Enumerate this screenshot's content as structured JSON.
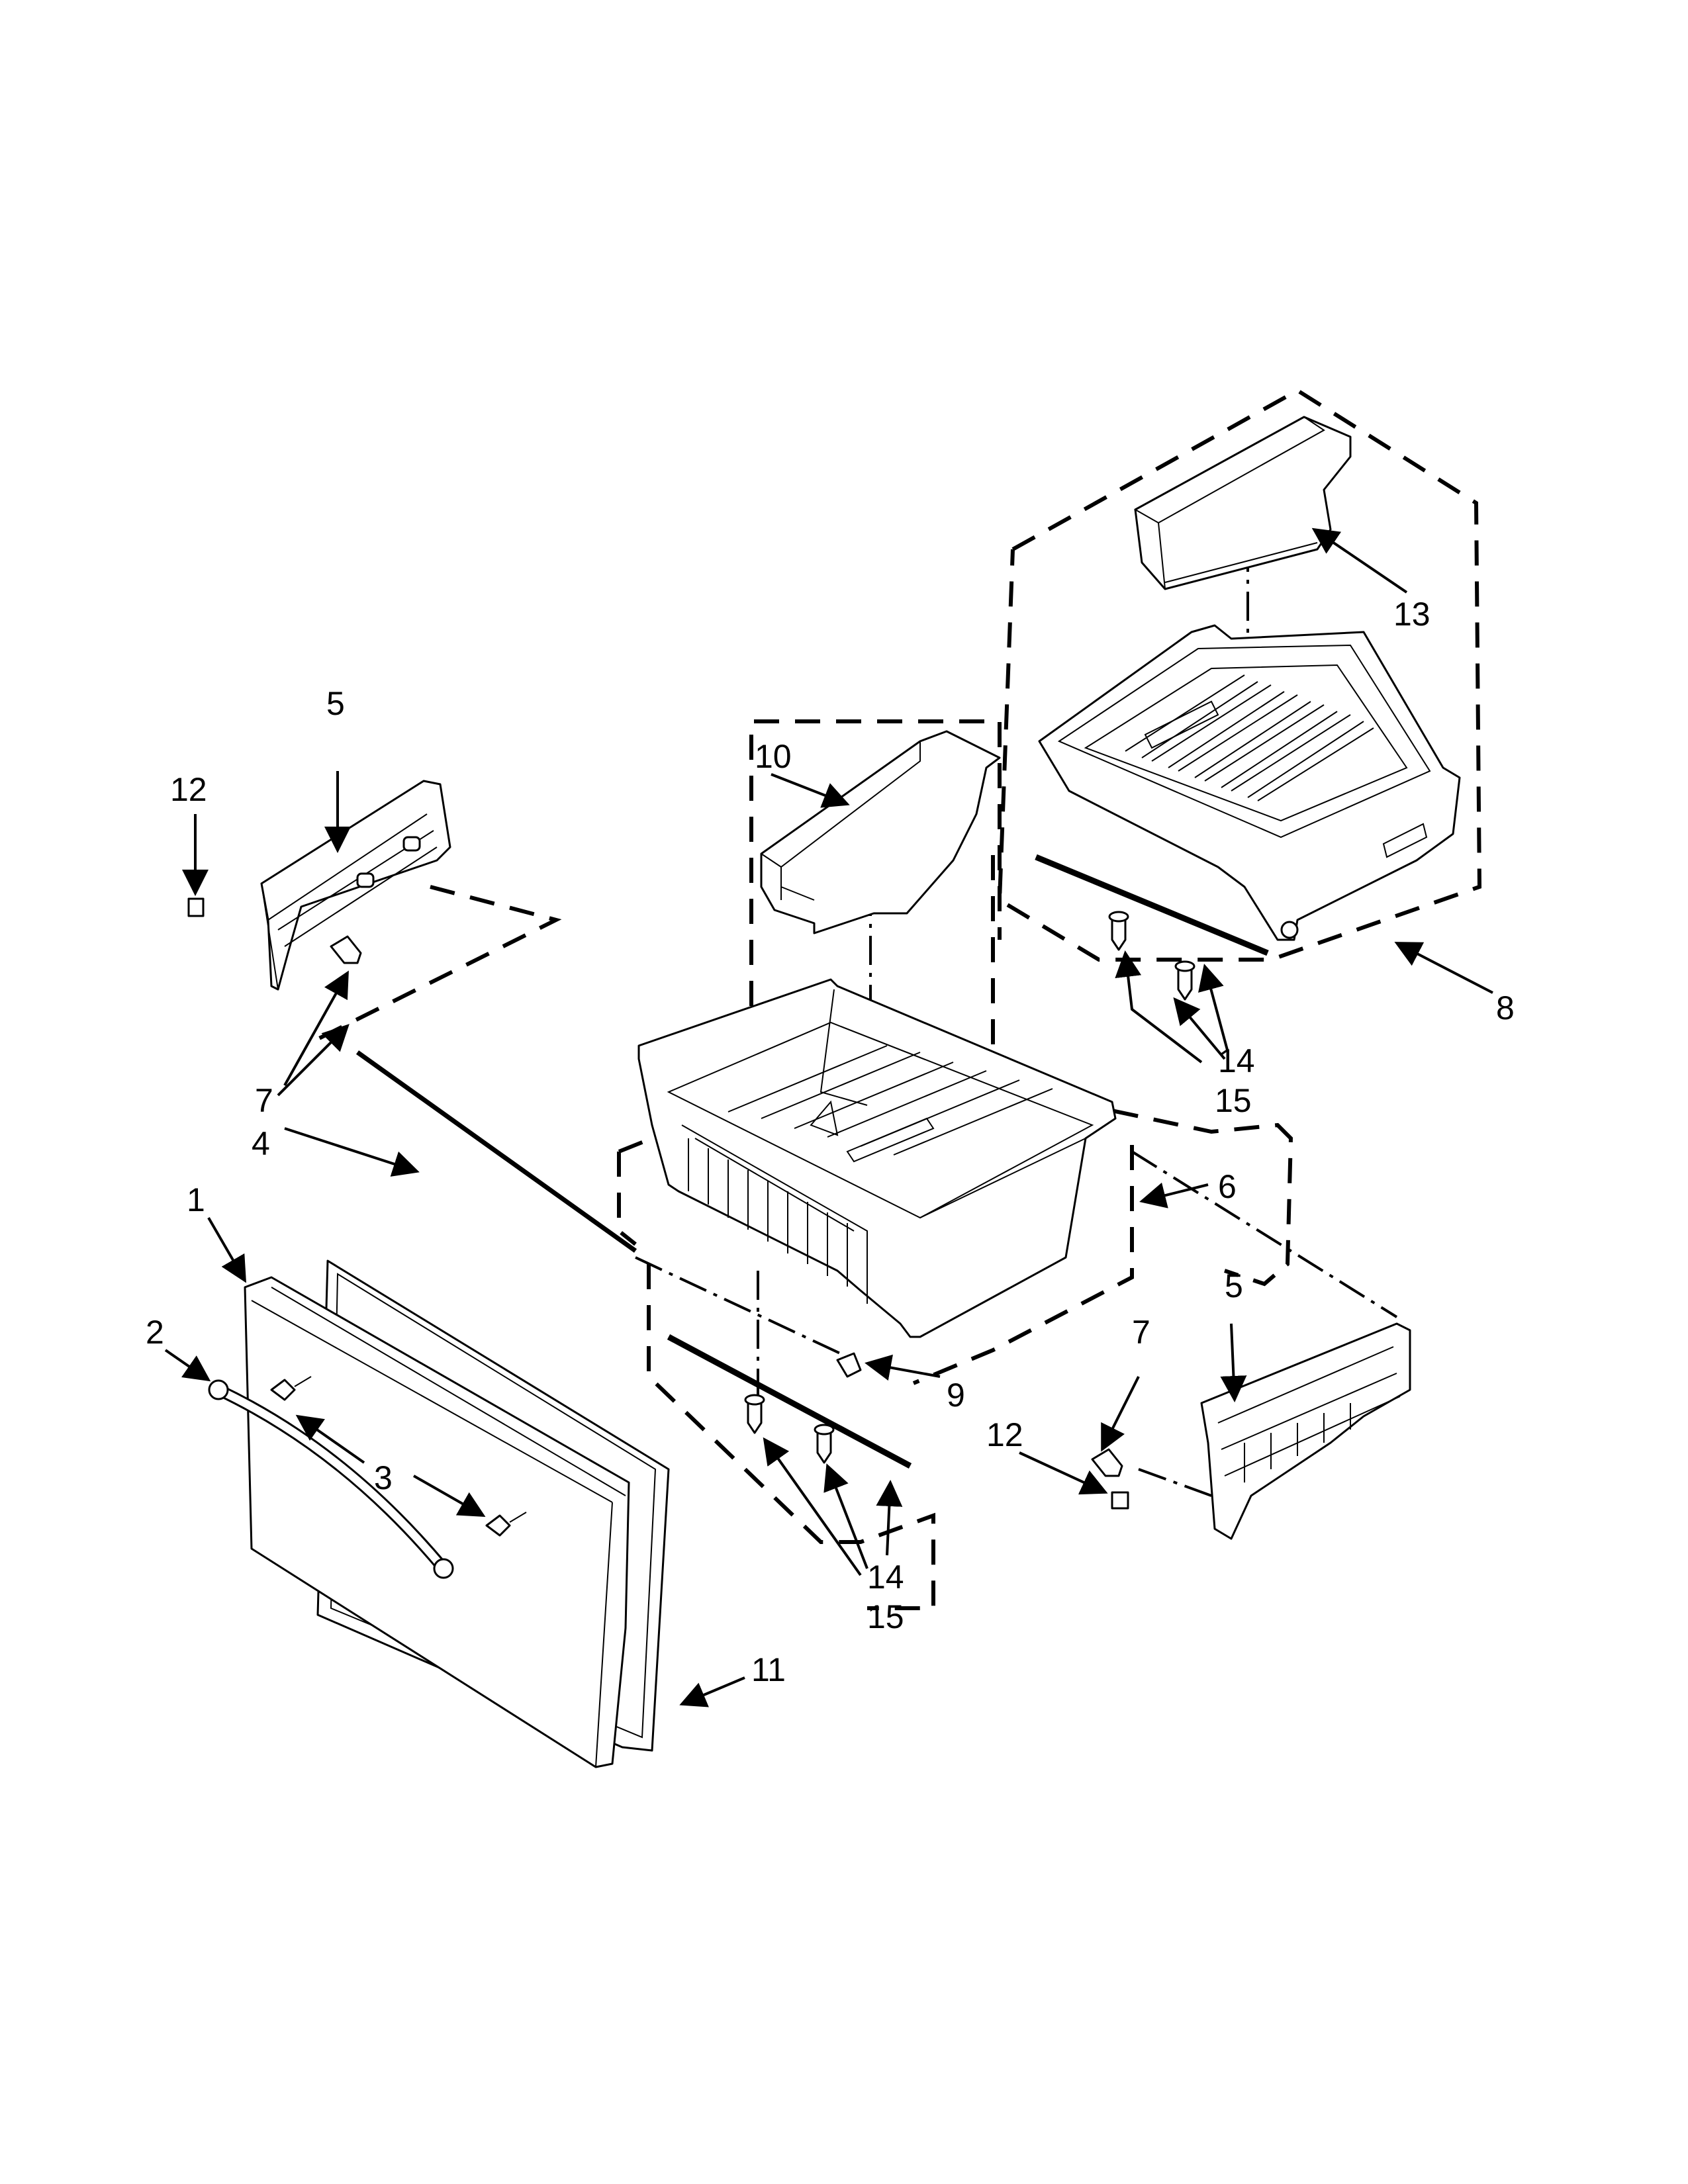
{
  "callouts": [
    {
      "id": "c1",
      "text": "1"
    },
    {
      "id": "c2",
      "text": "2"
    },
    {
      "id": "c3",
      "text": "3"
    },
    {
      "id": "c4",
      "text": "4"
    },
    {
      "id": "c5a",
      "text": "5"
    },
    {
      "id": "c5b",
      "text": "5"
    },
    {
      "id": "c6",
      "text": "6"
    },
    {
      "id": "c7a",
      "text": "7"
    },
    {
      "id": "c7b",
      "text": "7"
    },
    {
      "id": "c8",
      "text": "8"
    },
    {
      "id": "c9",
      "text": "9"
    },
    {
      "id": "c10",
      "text": "10"
    },
    {
      "id": "c11",
      "text": "11"
    },
    {
      "id": "c12a",
      "text": "12"
    },
    {
      "id": "c12b",
      "text": "12"
    },
    {
      "id": "c13",
      "text": "13"
    },
    {
      "id": "c14a",
      "text": "14"
    },
    {
      "id": "c14b",
      "text": "14"
    },
    {
      "id": "c15a",
      "text": "15"
    },
    {
      "id": "c15b",
      "text": "15"
    }
  ]
}
